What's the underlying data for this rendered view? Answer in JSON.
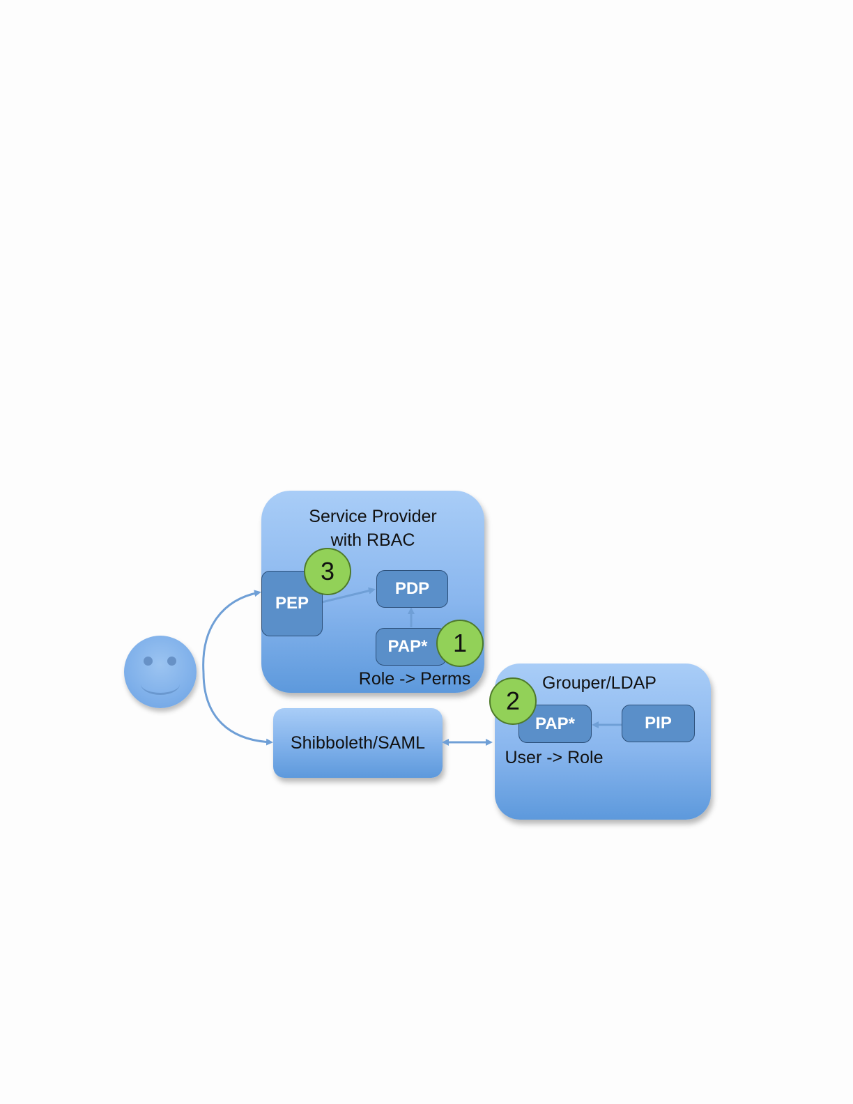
{
  "service_provider": {
    "title_line1": "Service Provider",
    "title_line2": "with RBAC",
    "pep": "PEP",
    "pdp": "PDP",
    "pap": "PAP*",
    "caption": "Role -> Perms"
  },
  "shibboleth": {
    "label": "Shibboleth/SAML"
  },
  "grouper": {
    "title": "Grouper/LDAP",
    "pap": "PAP*",
    "pip": "PIP",
    "caption": "User -> Role"
  },
  "badges": {
    "one": "1",
    "two": "2",
    "three": "3"
  },
  "colors": {
    "box_blue": "#89b6ee",
    "inner_blue": "#5a8fc9",
    "badge_green": "#92d158",
    "arrow": "#6f9fd6"
  },
  "icons": {
    "user": "smiley-face-icon"
  }
}
